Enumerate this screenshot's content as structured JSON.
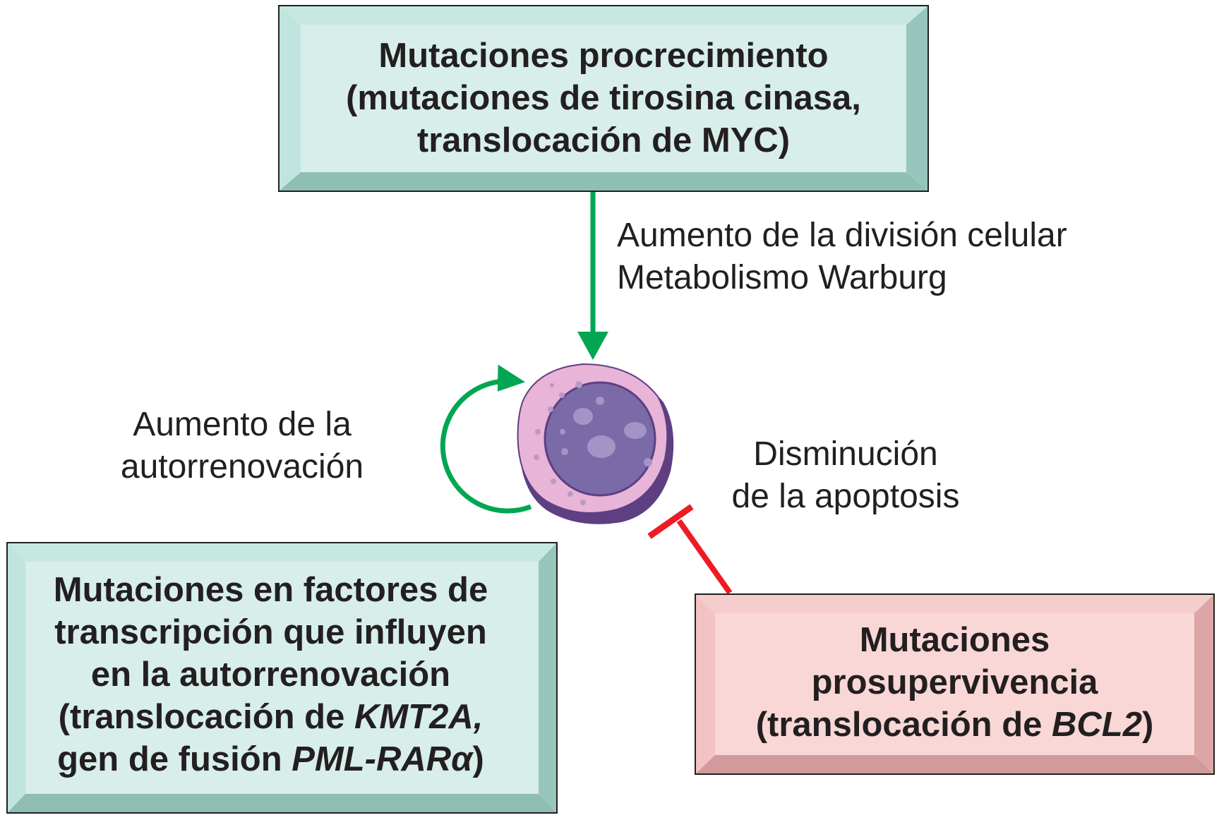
{
  "boxes": {
    "top": {
      "lines": [
        "Mutaciones procrecimiento",
        "(mutaciones de tirosina cinasa,",
        "translocación de MYC)"
      ],
      "fill": "#d7eeea",
      "bevel_light": "#bfe5de",
      "bevel_dark": "#8fbfb4"
    },
    "bottom_left": {
      "lines": [
        "Mutaciones en factores de",
        "transcripción que influyen",
        "en la autorrenovación"
      ],
      "line4_prefix": "(translocación de ",
      "line4_italic": "KMT2A,",
      "line5_prefix": "gen de fusión ",
      "line5_italic": "PML-RARα",
      "line5_suffix": ")",
      "fill": "#d7eeea"
    },
    "bottom_right": {
      "lines": [
        "Mutaciones",
        "prosupervivencia"
      ],
      "line3_prefix": "(translocación de ",
      "line3_italic": "BCL2",
      "line3_suffix": ")",
      "fill": "#f9d7d7",
      "bevel_light": "#f3c3c3",
      "bevel_dark": "#d29a9a"
    }
  },
  "labels": {
    "division": [
      "Aumento de la división celular",
      "Metabolismo Warburg"
    ],
    "self_renewal": [
      "Aumento de la",
      "autorrenovación"
    ],
    "apoptosis": [
      "Disminución",
      "de la apoptosis"
    ]
  },
  "colors": {
    "promote_arrow": "#00a651",
    "inhibit_arrow": "#ed1c24",
    "cell_cytoplasm": "#e8b4d8",
    "cell_nucleus": "#7b6aa8",
    "cell_edge": "#5e3f82"
  }
}
